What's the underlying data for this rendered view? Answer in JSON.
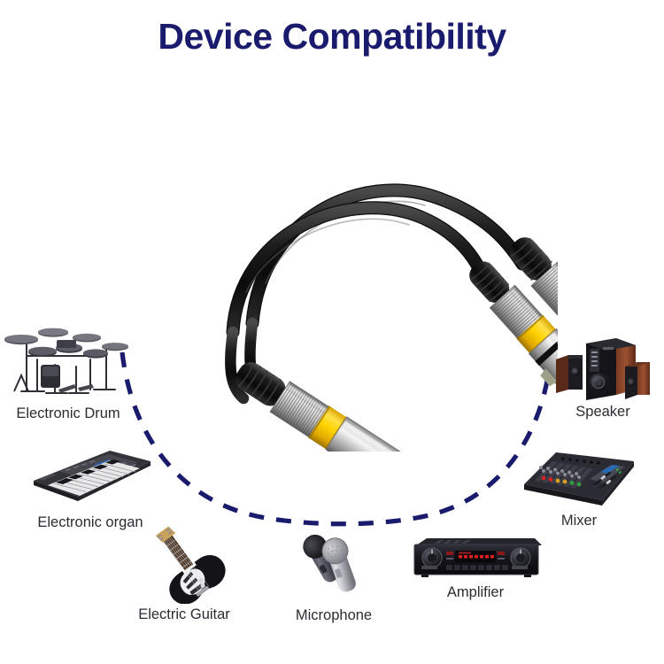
{
  "header": {
    "title": "Device Compatibility",
    "title_color": "#1b1b6e"
  },
  "theme": {
    "background": "#ffffff",
    "arc_color": "#1b1b6e",
    "label_color": "#2b2b33",
    "connector_band_color": "#f2c200",
    "connector_metal_color": "#b9b9b9",
    "cable_color": "#151515"
  },
  "product": {
    "name": "xlr-y-splitter-cable",
    "male_connectors": 1,
    "female_connectors": 2
  },
  "devices": [
    {
      "id": "electronic-drum",
      "label": "Electronic Drum",
      "icon": "electronic-drum-icon"
    },
    {
      "id": "electronic-organ",
      "label": "Electronic organ",
      "icon": "electronic-organ-icon"
    },
    {
      "id": "electric-guitar",
      "label": "Electric Guitar",
      "icon": "electric-guitar-icon"
    },
    {
      "id": "microphone",
      "label": "Microphone",
      "icon": "microphone-icon"
    },
    {
      "id": "amplifier",
      "label": "Amplifier",
      "icon": "amplifier-icon"
    },
    {
      "id": "mixer",
      "label": "Mixer",
      "icon": "mixer-icon"
    },
    {
      "id": "speaker",
      "label": "Speaker",
      "icon": "speaker-icon"
    }
  ]
}
